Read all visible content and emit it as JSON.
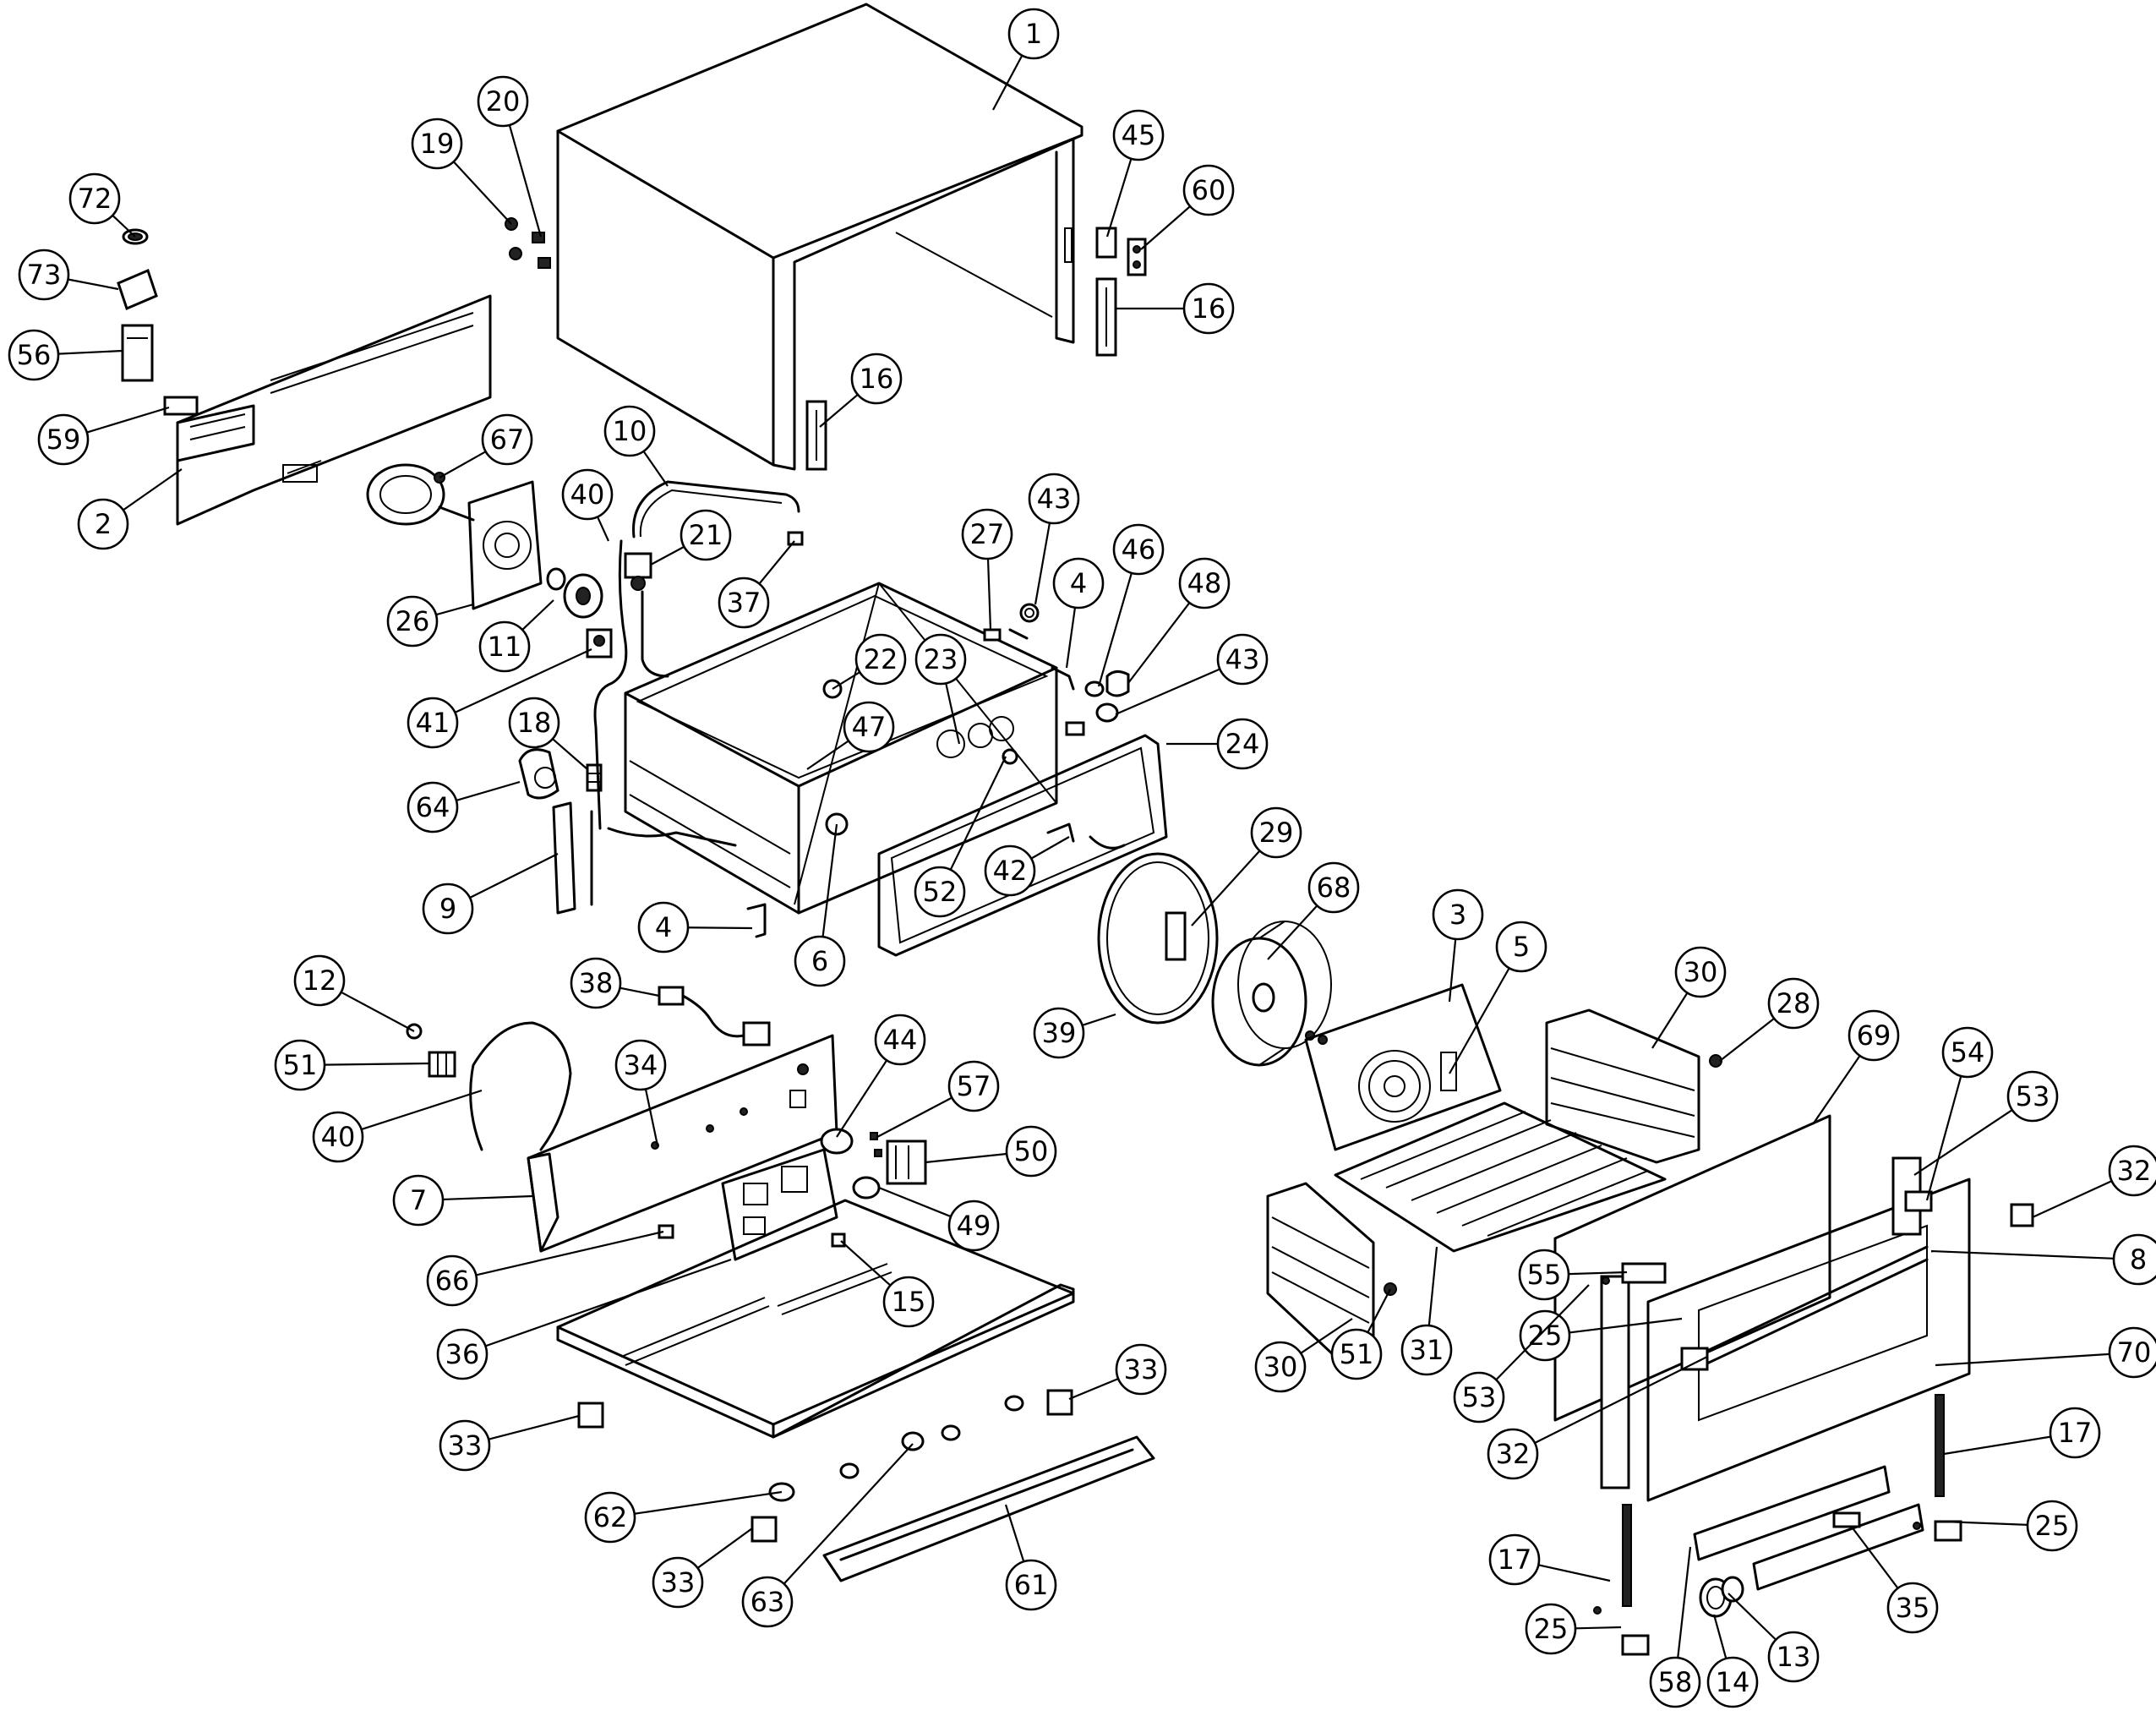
{
  "callouts": [
    {
      "label": "1"
    },
    {
      "label": "20"
    },
    {
      "label": "19"
    },
    {
      "label": "45"
    },
    {
      "label": "60"
    },
    {
      "label": "16"
    },
    {
      "label": "16"
    },
    {
      "label": "72"
    },
    {
      "label": "73"
    },
    {
      "label": "56"
    },
    {
      "label": "59"
    },
    {
      "label": "2"
    },
    {
      "label": "67"
    },
    {
      "label": "10"
    },
    {
      "label": "40"
    },
    {
      "label": "21"
    },
    {
      "label": "37"
    },
    {
      "label": "27"
    },
    {
      "label": "43"
    },
    {
      "label": "4"
    },
    {
      "label": "46"
    },
    {
      "label": "48"
    },
    {
      "label": "26"
    },
    {
      "label": "11"
    },
    {
      "label": "41"
    },
    {
      "label": "22"
    },
    {
      "label": "23"
    },
    {
      "label": "43"
    },
    {
      "label": "18"
    },
    {
      "label": "47"
    },
    {
      "label": "24"
    },
    {
      "label": "64"
    },
    {
      "label": "9"
    },
    {
      "label": "42"
    },
    {
      "label": "52"
    },
    {
      "label": "4"
    },
    {
      "label": "6"
    },
    {
      "label": "29"
    },
    {
      "label": "68"
    },
    {
      "label": "3"
    },
    {
      "label": "5"
    },
    {
      "label": "30"
    },
    {
      "label": "28"
    },
    {
      "label": "12"
    },
    {
      "label": "38"
    },
    {
      "label": "51"
    },
    {
      "label": "69"
    },
    {
      "label": "39"
    },
    {
      "label": "40"
    },
    {
      "label": "34"
    },
    {
      "label": "44"
    },
    {
      "label": "57"
    },
    {
      "label": "54"
    },
    {
      "label": "53"
    },
    {
      "label": "50"
    },
    {
      "label": "7"
    },
    {
      "label": "49"
    },
    {
      "label": "32"
    },
    {
      "label": "66"
    },
    {
      "label": "55"
    },
    {
      "label": "8"
    },
    {
      "label": "15"
    },
    {
      "label": "25"
    },
    {
      "label": "36"
    },
    {
      "label": "30"
    },
    {
      "label": "51"
    },
    {
      "label": "31"
    },
    {
      "label": "53"
    },
    {
      "label": "70"
    },
    {
      "label": "33"
    },
    {
      "label": "33"
    },
    {
      "label": "32"
    },
    {
      "label": "17"
    },
    {
      "label": "62"
    },
    {
      "label": "25"
    },
    {
      "label": "33"
    },
    {
      "label": "63"
    },
    {
      "label": "61"
    },
    {
      "label": "17"
    },
    {
      "label": "35"
    },
    {
      "label": "25"
    },
    {
      "label": "13"
    },
    {
      "label": "58"
    },
    {
      "label": "14"
    }
  ]
}
